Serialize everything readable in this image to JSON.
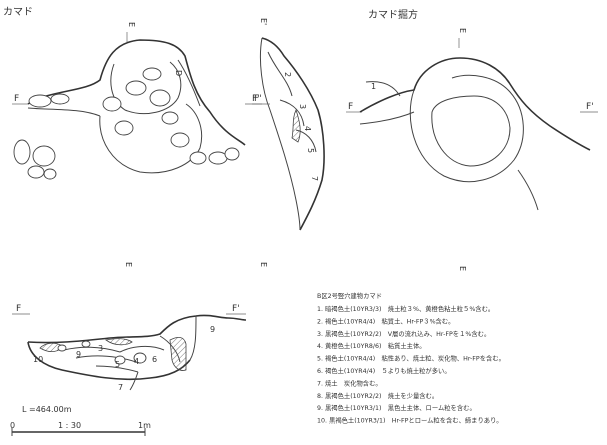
{
  "titles": {
    "kamado": "カマド",
    "kamado_horikata": "カマド掘方"
  },
  "markers": {
    "E": "E",
    "E_prime": "E'",
    "F": "F",
    "F_prime": "F'"
  },
  "layer_numbers": [
    "1",
    "2",
    "3",
    "4",
    "5",
    "6",
    "7",
    "8",
    "9",
    "10"
  ],
  "plan_letter_d": "D",
  "scale": {
    "elevation": "L =464.00m",
    "zero": "0",
    "ratio": "1 : 30",
    "one_m": "1m"
  },
  "legend": {
    "heading": "B区2号竪穴建物カマド",
    "items": [
      "1. 暗褐色土(10YR3/3)　焼土粒３%、黄橙色粘土粒５%含む。",
      "2. 褐色土(10YR4/4)　粘質土、Hr-FP３%含む。",
      "3. 黒褐色土(10YR2/2)　V層の流れ込み、Hr-FPを１%含む。",
      "4. 黄橙色土(10YR8/6)　粘質土主体。",
      "5. 褐色土(10YR4/4)　粘性あり、焼土粒、炭化物、Hr-FPを含む。",
      "6. 褐色土(10YR4/4)　５よりも焼土粒が多い。",
      "7. 焼土　炭化物含む。",
      "8. 黒褐色土(10YR2/2)　焼土を少量含む。",
      "9. 黒褐色土(10YR3/1)　黒色土主体、ローム粒を含む。",
      "10. 黒褐色土(10YR3/1)　Hr-FPとローム粒を含む、締まりあり。"
    ]
  }
}
